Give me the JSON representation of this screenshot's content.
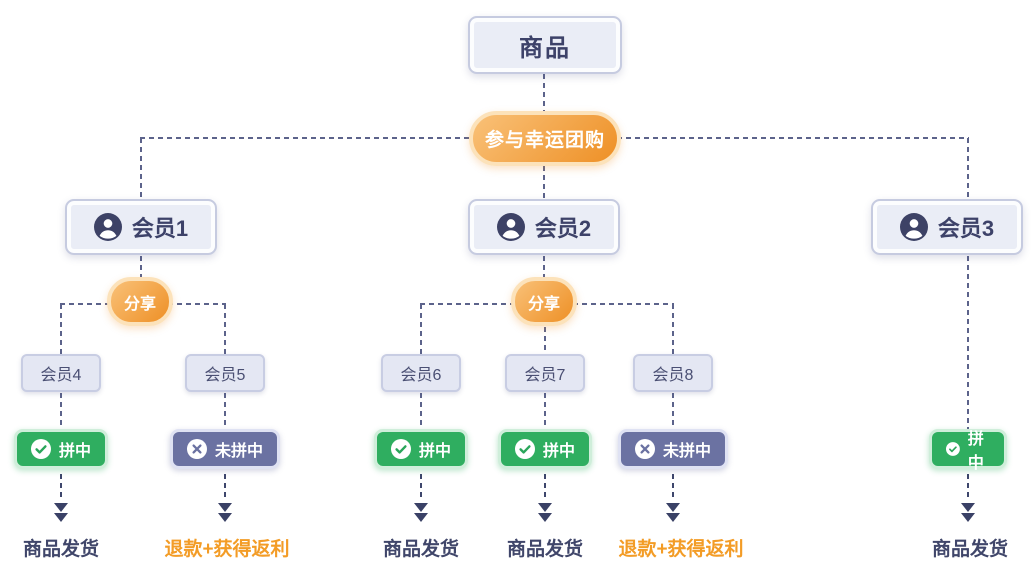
{
  "flow": {
    "product": {
      "label": "商品"
    },
    "participate": {
      "label": "参与幸运团购"
    },
    "members": [
      {
        "label": "会员1",
        "share": "分享",
        "children": [
          {
            "label": "会员4",
            "status": {
              "text": "拼中",
              "type": "win"
            },
            "result": "商品发货"
          },
          {
            "label": "会员5",
            "status": {
              "text": "未拼中",
              "type": "lose"
            },
            "result": "退款+获得返利"
          }
        ]
      },
      {
        "label": "会员2",
        "share": "分享",
        "children": [
          {
            "label": "会员6",
            "status": {
              "text": "拼中",
              "type": "win"
            },
            "result": "商品发货"
          },
          {
            "label": "会员7",
            "status": {
              "text": "拼中",
              "type": "win"
            },
            "result": "商品发货"
          },
          {
            "label": "会员8",
            "status": {
              "text": "未拼中",
              "type": "lose"
            },
            "result": "退款+获得返利"
          }
        ]
      },
      {
        "label": "会员3",
        "share": null,
        "children": [],
        "status": {
          "text": "拼中",
          "type": "win"
        },
        "result": "商品发货"
      }
    ]
  },
  "icons": {
    "member": "person-icon",
    "win": "check-circle-icon",
    "lose": "x-circle-icon"
  },
  "colors": {
    "win_green": "#2fae60",
    "win_border": "#cfeeda",
    "lose_purple": "#6b72a2",
    "lose_border": "#dfe2f3",
    "accent_orange_light": "#f9c178",
    "accent_orange": "#ee9026",
    "orange_border": "#fce2ba",
    "node_fill": "#eaedf6",
    "node_border": "#c6cbe0",
    "node_text": "#3d4269",
    "line_dash": "#5c638b",
    "arrow_dash": "#3e466c",
    "result_navy": "#40466a",
    "result_orange": "#f39c26"
  }
}
